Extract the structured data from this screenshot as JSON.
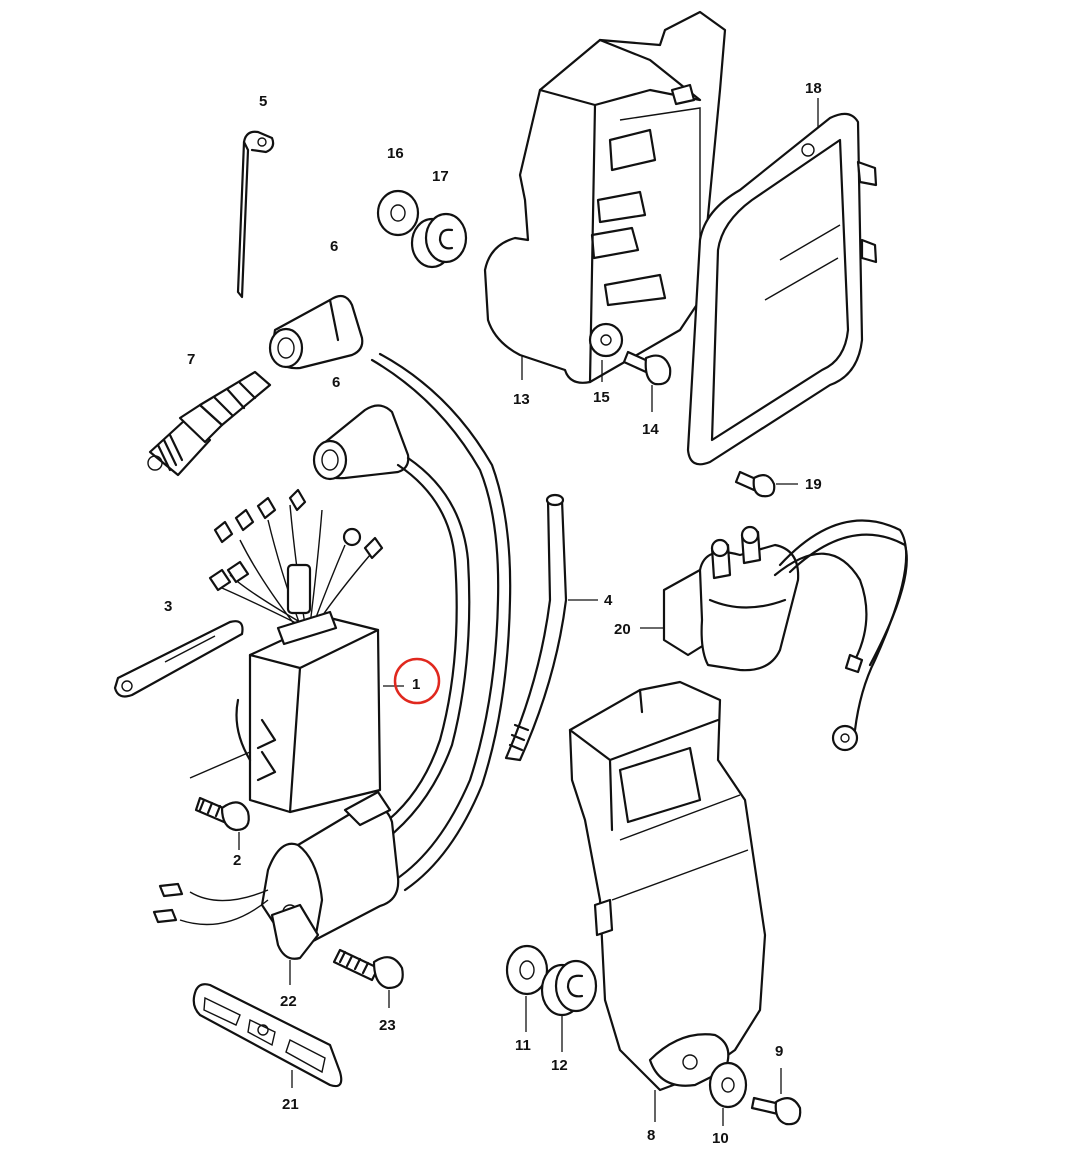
{
  "diagram": {
    "highlight_color": "#e0281e",
    "highlighted_callout": "1",
    "callouts": {
      "c1": "1",
      "c2": "2",
      "c3": "3",
      "c4": "4",
      "c5": "5",
      "c6a": "6",
      "c6b": "6",
      "c7": "7",
      "c8": "8",
      "c9": "9",
      "c10": "10",
      "c11": "11",
      "c12": "12",
      "c13": "13",
      "c14": "14",
      "c15": "15",
      "c16": "16",
      "c17": "17",
      "c18": "18",
      "c19": "19",
      "c20": "20",
      "c21": "21",
      "c22": "22",
      "c23": "23"
    }
  }
}
